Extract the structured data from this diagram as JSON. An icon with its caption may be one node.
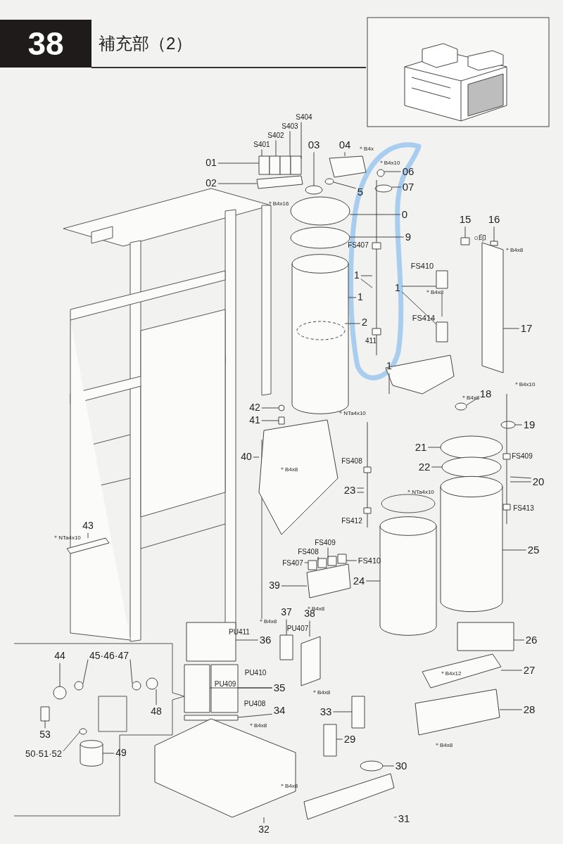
{
  "diagram": {
    "title": "補充部（2）",
    "nodes": [
      {
        "text": [
          "01"
        ]
      },
      {
        "text": [
          "02"
        ]
      },
      {
        "text": [
          "S401"
        ]
      },
      {
        "text": [
          "S402"
        ]
      },
      {
        "text": [
          "S403"
        ]
      },
      {
        "text": [
          "S404"
        ]
      },
      {
        "text": [
          "03"
        ]
      },
      {
        "text": [
          "04"
        ]
      },
      {
        "text": [
          "06"
        ]
      },
      {
        "text": [
          "07"
        ]
      },
      {
        "text": [
          "5"
        ]
      },
      {
        "text": [
          "0"
        ]
      },
      {
        "text": [
          "9"
        ]
      },
      {
        "text": [
          "1"
        ]
      },
      {
        "text": [
          "1"
        ]
      },
      {
        "text": [
          "1"
        ]
      },
      {
        "text": [
          "2"
        ]
      },
      {
        "text": [
          "1"
        ]
      },
      {
        "text": [
          "15"
        ]
      },
      {
        "text": [
          "16"
        ]
      },
      {
        "text": [
          "17"
        ]
      },
      {
        "text": [
          "18"
        ]
      },
      {
        "text": [
          "19"
        ]
      },
      {
        "text": [
          "21"
        ]
      },
      {
        "text": [
          "22"
        ]
      },
      {
        "text": [
          "20"
        ]
      },
      {
        "text": [
          "23"
        ]
      },
      {
        "text": [
          "42"
        ]
      },
      {
        "text": [
          "41"
        ]
      },
      {
        "text": [
          "40"
        ]
      },
      {
        "text": [
          "43"
        ]
      },
      {
        "text": [
          "39"
        ]
      },
      {
        "text": [
          "FS407"
        ]
      },
      {
        "text": [
          "FS408"
        ]
      },
      {
        "text": [
          "FS409"
        ]
      },
      {
        "text": [
          "FS410"
        ]
      },
      {
        "text": [
          "24"
        ]
      },
      {
        "text": [
          "25"
        ]
      },
      {
        "text": [
          "26"
        ]
      },
      {
        "text": [
          "27"
        ]
      },
      {
        "text": [
          "28"
        ]
      },
      {
        "text": [
          "37"
        ]
      },
      {
        "text": [
          "38"
        ]
      },
      {
        "text": [
          "36"
        ]
      },
      {
        "text": [
          "35"
        ]
      },
      {
        "text": [
          "34"
        ]
      },
      {
        "text": [
          "33"
        ]
      },
      {
        "text": [
          "29"
        ]
      },
      {
        "text": [
          "30"
        ]
      },
      {
        "text": [
          "31"
        ]
      },
      {
        "text": [
          "32"
        ]
      },
      {
        "text": [
          "44"
        ]
      },
      {
        "text": [
          "45·46·47"
        ]
      },
      {
        "text": [
          "48"
        ]
      },
      {
        "text": [
          "53"
        ]
      },
      {
        "text": [
          "50·51·52"
        ]
      },
      {
        "text": [
          "49"
        ]
      },
      {
        "text": [],
        "shape": "box"
      },
      {
        "text": [],
        "shape": "box"
      },
      {
        "text": [],
        "shape": "box"
      },
      {
        "text": [],
        "shape": "box"
      },
      {
        "text": [],
        "shape": "bar"
      },
      {
        "text": [],
        "shape": "circle"
      },
      {
        "text": [],
        "shape": "box"
      },
      {
        "text": [],
        "shape": "circle"
      },
      {
        "text": [],
        "shape": "circle"
      },
      {
        "text": [],
        "shape": "circle"
      },
      {
        "text": [],
        "shape": "circle"
      },
      {
        "text": [],
        "shape": "circle"
      },
      {
        "text": [],
        "shape": "box"
      },
      {
        "text": [],
        "shape": "box"
      },
      {
        "text": [],
        "shape": "cylinder"
      },
      {
        "text": [],
        "shape": "circle",
        "in": 71
      },
      {
        "text": [],
        "shape": "box"
      },
      {
        "text": [],
        "shape": "box"
      },
      {
        "text": [],
        "shape": "box"
      },
      {
        "text": [],
        "shape": "box"
      },
      {
        "text": [],
        "shape": "box"
      },
      {
        "text": [],
        "shape": "box"
      },
      {
        "text": [],
        "shape": "circle"
      },
      {
        "text": [],
        "shape": "circle"
      },
      {
        "text": [],
        "shape": "circle"
      },
      {
        "text": [],
        "shape": "circle"
      },
      {
        "text": [],
        "shape": "box"
      },
      {
        "text": [],
        "shape": "box"
      },
      {
        "text": [],
        "shape": "box"
      },
      {
        "text": [],
        "shape": "box"
      },
      {
        "text": [],
        "shape": "circle"
      },
      {
        "text": [],
        "shape": "box"
      },
      {
        "text": [],
        "shape": "box"
      },
      {
        "text": [],
        "shape": "bar"
      },
      {
        "text": [],
        "shape": "box"
      },
      {
        "text": [],
        "shape": "box"
      },
      {
        "text": [],
        "shape": "box"
      },
      {
        "text": [],
        "shape": "box"
      },
      {
        "text": [],
        "shape": "box"
      },
      {
        "text": [],
        "shape": "cylinder"
      },
      {
        "text": [],
        "shape": "cylinder"
      },
      {
        "text": [],
        "shape": "box"
      },
      {
        "text": [],
        "shape": "box"
      },
      {
        "text": [],
        "shape": "box"
      },
      {
        "text": [],
        "shape": "box"
      },
      {
        "text": [],
        "shape": "box"
      },
      {
        "text": [],
        "shape": "box"
      },
      {
        "text": [],
        "shape": "box"
      },
      {
        "text": [],
        "shape": "box"
      },
      {
        "text": [],
        "shape": "bar"
      },
      {
        "text": [],
        "shape": "box"
      },
      {
        "text": [],
        "shape": "box"
      },
      {
        "text": [],
        "shape": "circle"
      },
      {
        "text": [],
        "shape": "box"
      },
      {
        "text": [],
        "shape": "box"
      },
      {
        "text": [],
        "shape": "circle"
      },
      {
        "text": [],
        "shape": "circle"
      },
      {
        "text": [],
        "shape": "circle"
      },
      {
        "text": [],
        "shape": "circle"
      },
      {
        "text": [],
        "shape": "box"
      },
      {
        "text": [],
        "shape": "circle"
      },
      {
        "text": [],
        "shape": "cylinder"
      }
    ],
    "edges": [
      {
        "from": 0,
        "to": 57,
        "arrow": "none"
      },
      {
        "from": 1,
        "to": 61,
        "arrow": "none"
      },
      {
        "from": 2,
        "to": 57,
        "arrow": "none"
      },
      {
        "from": 3,
        "to": 58,
        "arrow": "none"
      },
      {
        "from": 4,
        "to": 59,
        "arrow": "none"
      },
      {
        "from": 5,
        "to": 60,
        "arrow": "none"
      },
      {
        "from": 6,
        "to": 62,
        "arrow": "none"
      },
      {
        "from": 7,
        "to": 63,
        "arrow": "none"
      },
      {
        "from": 8,
        "to": 64,
        "arrow": "none"
      },
      {
        "from": 9,
        "to": 65,
        "arrow": "none"
      },
      {
        "from": 10,
        "to": 66,
        "arrow": "none"
      },
      {
        "from": 11,
        "to": 67,
        "arrow": "none"
      },
      {
        "from": 12,
        "to": 68,
        "arrow": "none"
      },
      {
        "from": 13,
        "to": 69,
        "arrow": "none"
      },
      {
        "from": 13,
        "to": 70,
        "arrow": "none"
      },
      {
        "from": 14,
        "to": 71,
        "arrow": "none"
      },
      {
        "from": 15,
        "to": 74,
        "arrow": "none"
      },
      {
        "from": 15,
        "to": 75,
        "arrow": "none"
      },
      {
        "from": 16,
        "to": 72,
        "arrow": "none"
      },
      {
        "from": 17,
        "to": 73,
        "arrow": "none"
      },
      {
        "from": 18,
        "to": 76,
        "arrow": "none"
      },
      {
        "from": 19,
        "to": 77,
        "arrow": "none"
      },
      {
        "from": 20,
        "to": 78,
        "arrow": "none"
      },
      {
        "from": 21,
        "to": 79,
        "arrow": "none"
      },
      {
        "from": 22,
        "to": 80,
        "arrow": "none"
      },
      {
        "from": 23,
        "to": 81,
        "arrow": "none"
      },
      {
        "from": 24,
        "to": 82,
        "arrow": "none"
      },
      {
        "from": 25,
        "to": 83,
        "arrow": "none"
      },
      {
        "from": 25,
        "to": 84,
        "arrow": "none"
      },
      {
        "from": 26,
        "to": 85,
        "arrow": "none"
      },
      {
        "from": 26,
        "to": 86,
        "arrow": "none"
      },
      {
        "from": 27,
        "to": 87,
        "arrow": "none"
      },
      {
        "from": 28,
        "to": 88,
        "arrow": "none"
      },
      {
        "from": 29,
        "to": 89,
        "arrow": "none"
      },
      {
        "from": 30,
        "to": 90,
        "arrow": "none"
      },
      {
        "from": 31,
        "to": 91,
        "arrow": "none"
      },
      {
        "from": 32,
        "to": 92,
        "arrow": "none"
      },
      {
        "from": 33,
        "to": 93,
        "arrow": "none"
      },
      {
        "from": 34,
        "to": 94,
        "arrow": "none"
      },
      {
        "from": 35,
        "to": 95,
        "arrow": "none"
      },
      {
        "from": 36,
        "to": 96,
        "arrow": "none"
      },
      {
        "from": 37,
        "to": 97,
        "arrow": "none"
      },
      {
        "from": 38,
        "to": 98,
        "arrow": "none"
      },
      {
        "from": 39,
        "to": 99,
        "arrow": "none"
      },
      {
        "from": 40,
        "to": 100,
        "arrow": "none"
      },
      {
        "from": 41,
        "to": 101,
        "arrow": "none"
      },
      {
        "from": 42,
        "to": 102,
        "arrow": "none"
      },
      {
        "from": 43,
        "to": 103,
        "arrow": "none"
      },
      {
        "from": 44,
        "to": 104,
        "arrow": "none"
      },
      {
        "from": 44,
        "to": 105,
        "arrow": "none"
      },
      {
        "from": 45,
        "to": 106,
        "arrow": "none"
      },
      {
        "from": 46,
        "to": 107,
        "arrow": "none"
      },
      {
        "from": 47,
        "to": 108,
        "arrow": "none"
      },
      {
        "from": 48,
        "to": 109,
        "arrow": "none"
      },
      {
        "from": 49,
        "to": 110,
        "arrow": "none"
      },
      {
        "from": 50,
        "to": 111,
        "arrow": "none"
      },
      {
        "from": 51,
        "to": 112,
        "arrow": "none"
      },
      {
        "from": 52,
        "to": 113,
        "arrow": "none"
      },
      {
        "from": 52,
        "to": 114,
        "arrow": "none"
      },
      {
        "from": 53,
        "to": 115,
        "arrow": "none"
      },
      {
        "from": 54,
        "to": 116,
        "arrow": "none"
      },
      {
        "from": 55,
        "to": 117,
        "arrow": "none"
      },
      {
        "from": 56,
        "to": 118,
        "arrow": "none"
      }
    ],
    "labels": [
      "38",
      "＊B4x16",
      "＊B4x",
      "＊B4x10",
      "FS407",
      "○印",
      "FS410",
      "＊B4x8",
      "FS414",
      "＊B4x8",
      "411",
      "＊B4x8",
      "＊B4x10",
      "＊NTa4x10",
      "FS409",
      "FS408",
      "＊B4x8",
      "＊NTa4x10",
      "FS412",
      "FS413",
      "＊NTa4x10",
      "＊B4x8",
      "＊B4x8",
      "PU407",
      "PU411",
      "＊B4x12",
      "PU410",
      "PU409",
      "＊B4x8",
      "PU408",
      "＊B4x8",
      "＊B4x8",
      "＊B4x8"
    ]
  }
}
